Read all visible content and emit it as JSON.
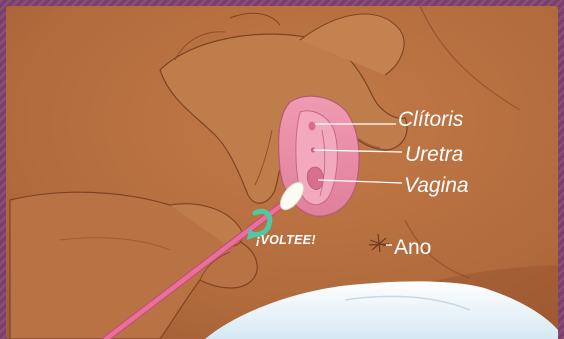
{
  "labels": {
    "clitoris": "Clítoris",
    "uretra": "Uretra",
    "vagina": "Vagina",
    "ano": "Ano",
    "flip_instruction": "¡VOLTEE!"
  },
  "colors": {
    "frame": "#7a3f6a",
    "skin": "#b26a3e",
    "skin_shadow": "#8a4a2b",
    "vulva": "#e88fa6",
    "swab_handle": "#e1688f",
    "swab_marker": "#4fc8a3",
    "cotton_tip": "#fbfbf3",
    "sheet": "#e8f2f8",
    "callout_text": "#ffffff"
  },
  "icons": [
    "cotton-swab-icon",
    "rotate-arrow-icon"
  ]
}
